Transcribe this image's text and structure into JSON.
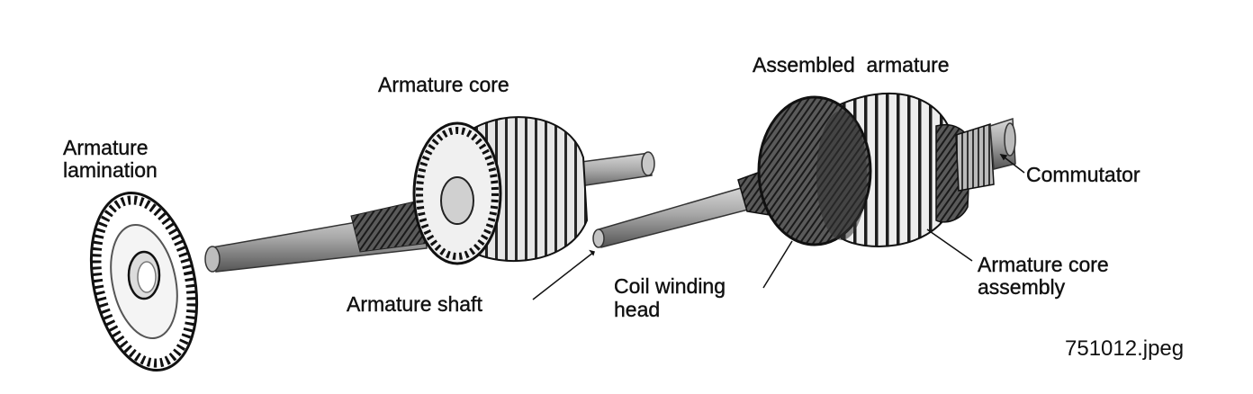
{
  "labels": {
    "armature_lamination_line1": "Armature",
    "armature_lamination_line2": "lamination",
    "armature_core": "Armature core",
    "assembled_armature": "Assembled  armature",
    "commutator": "Commutator",
    "armature_shaft": "Armature shaft",
    "coil_winding_line1": "Coil winding",
    "coil_winding_line2": "head",
    "armature_core_assembly_line1": "Armature core",
    "armature_core_assembly_line2": "assembly"
  },
  "file_label": "751012.jpeg"
}
